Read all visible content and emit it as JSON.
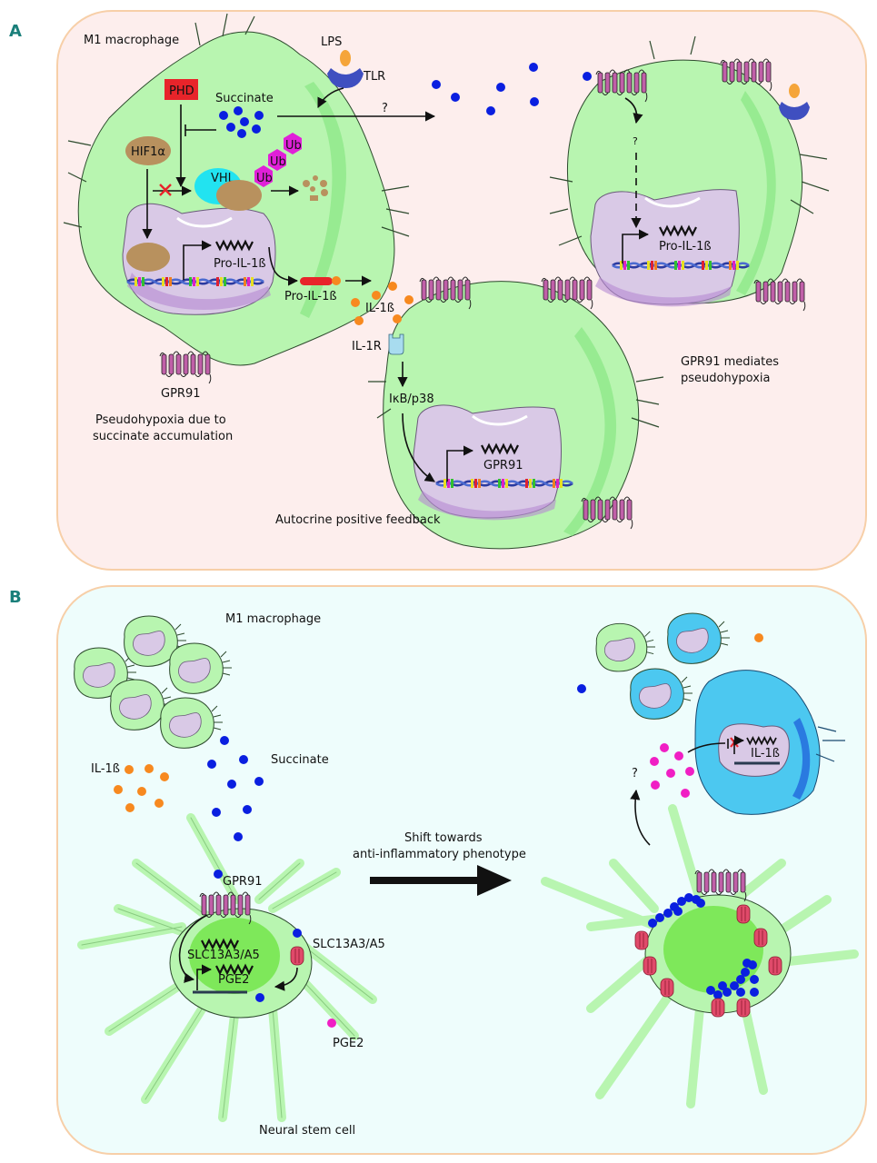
{
  "panels": {
    "a": {
      "letter": "A",
      "background": "#fdeeed",
      "border": "#f7cfa8",
      "labels": {
        "m1_macrophage": "M1 macrophage",
        "lps": "LPS",
        "tlr": "TLR",
        "phd": "PHD",
        "succinate": "Succinate",
        "hif1a": "HIF1α",
        "vhl": "VHL",
        "ub": "Ub",
        "pro_il1b_gene": "Pro-IL-1ß",
        "pro_il1b_protein": "Pro-IL-1ß",
        "question": "?",
        "il1b": "IL-1ß",
        "il1r": "IL-1R",
        "ikb_p38": "IκB/p38",
        "gpr91_gene": "GPR91",
        "gpr91_receptor": "GPR91",
        "right_pro_il1b": "Pro-IL-1ß",
        "right_question": "?"
      },
      "captions": {
        "left_line1": "Pseudohypoxia due to",
        "left_line2": "succinate accumulation",
        "middle": "Autocrine positive feedback",
        "right_line1": "GPR91 mediates",
        "right_line2": "pseudohypoxia"
      }
    },
    "b": {
      "letter": "B",
      "background": "#eefdfc",
      "border": "#f7cfa8",
      "labels": {
        "m1_macrophage": "M1 macrophage",
        "succinate": "Succinate",
        "il1b": "IL-1ß",
        "gpr91": "GPR91",
        "slc_gene": "SLC13A3/A5",
        "pge2_gene": "PGE2",
        "slc_transporter": "SLC13A3/A5",
        "pge2": "PGE2",
        "neural_stem_cell": "Neural stem cell",
        "shift_line1": "Shift towards",
        "shift_line2": "anti-inflammatory phenotype",
        "question": "?",
        "il1b_gene": "IL-1ß"
      }
    }
  },
  "legend_colors": {
    "succinate": "#0a1fe0",
    "il1b": "#f7891f",
    "pge2": "#f01fc4",
    "lps": "#f5a53a",
    "tlr": "#3f4fc0",
    "phd": "#e8242a",
    "vhl": "#22e3f0",
    "ub": "#e020d8",
    "hif1a": "#b8915e",
    "gpr91": "#c05fa8",
    "slc_transporter": "#e04a6a",
    "cell_m1": "#b8f5b0",
    "cell_m2": "#4cc8f0"
  }
}
